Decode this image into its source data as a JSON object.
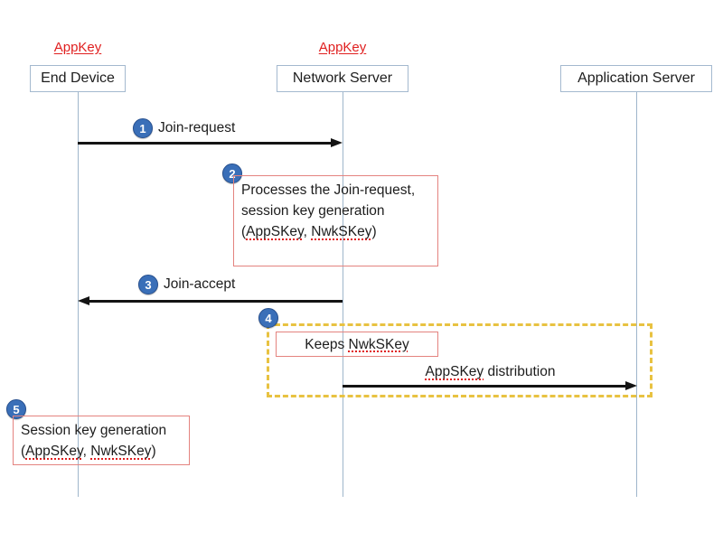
{
  "actors": [
    {
      "label": "End Device",
      "key_label": "AppKey"
    },
    {
      "label": "Network Server",
      "key_label": "AppKey"
    },
    {
      "label": "Application Server",
      "key_label": ""
    }
  ],
  "steps": {
    "s1": {
      "num": "1",
      "label": "Join-request"
    },
    "s2": {
      "num": "2",
      "lines": [
        "Processes the Join-request,",
        "session key generation",
        "(AppSKey, NwkSKey)"
      ]
    },
    "s3": {
      "num": "3",
      "label": "Join-accept"
    },
    "s4": {
      "num": "4",
      "keep_note": "Keeps NwkSKey",
      "message": "AppSKey distribution"
    },
    "s5": {
      "num": "5",
      "lines": [
        "Session key generation",
        "(AppSKey, NwkSKey)"
      ]
    }
  },
  "underline_terms": [
    "AppSKey",
    "NwkSKey"
  ],
  "colors": {
    "red_text": "#e01f1f",
    "note_border": "#e4837f",
    "gold_dash": "#e8c241",
    "badge_fill": "#3a6fb8",
    "badge_border": "#27508f",
    "lifeline": "#9fb6cb",
    "arrow": "#141414"
  }
}
